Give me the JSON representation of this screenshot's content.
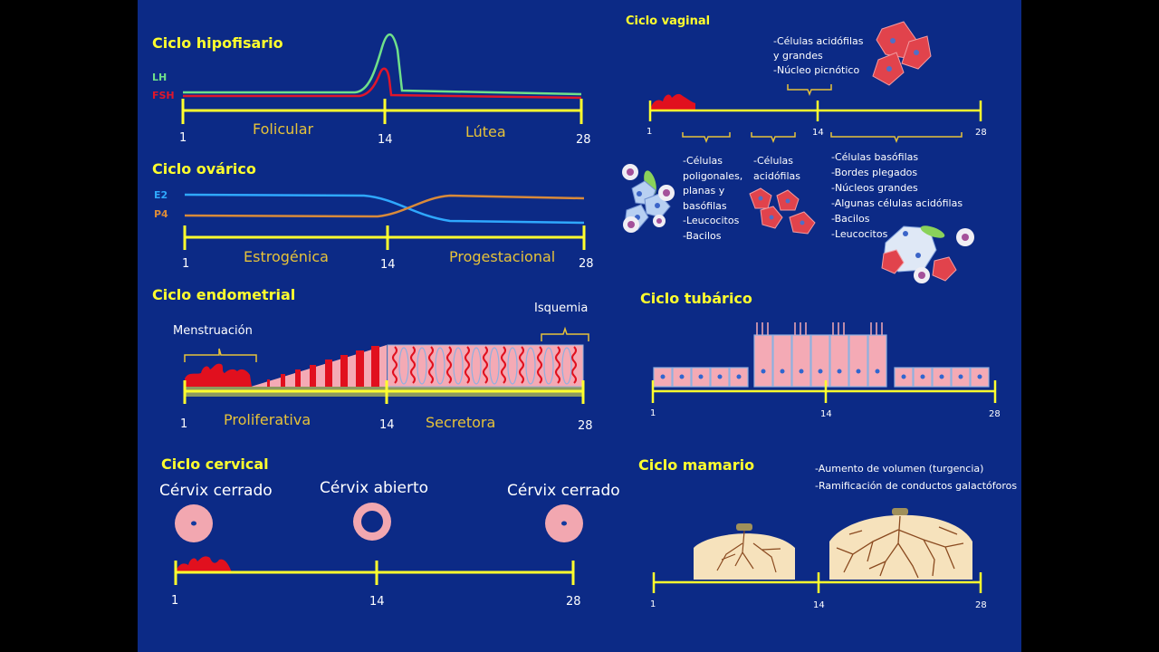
{
  "colors": {
    "background": "#0c2a86",
    "title": "#ffff2e",
    "axis": "#ffff2e",
    "phase": "#e6c23a",
    "lh": "#6fe08a",
    "fsh": "#e0162b",
    "e2": "#2fa8ff",
    "p4": "#d98a3a",
    "menstruation": "#e1101e",
    "cell": "#e1434c",
    "endometrium": "#f4aab5",
    "gland": "#e1101e"
  },
  "hipofisario": {
    "title": "Ciclo hipofisario",
    "lh": "LH",
    "fsh": "FSH",
    "phases": [
      "Folicular",
      "Lútea"
    ],
    "ticks": [
      "1",
      "14",
      "28"
    ]
  },
  "ovarico": {
    "title": "Ciclo ovárico",
    "e2": "E2",
    "p4": "P4",
    "phases": [
      "Estrogénica",
      "Progestacional"
    ],
    "ticks": [
      "1",
      "14",
      "28"
    ]
  },
  "endometrial": {
    "title": "Ciclo endometrial",
    "menstruacion": "Menstruación",
    "isquemia": "Isquemia",
    "phases": [
      "Proliferativa",
      "Secretora"
    ],
    "ticks": [
      "1",
      "14",
      "28"
    ]
  },
  "cervical": {
    "title": "Ciclo cervical",
    "states": [
      "Cérvix cerrado",
      "Cérvix abierto",
      "Cérvix cerrado"
    ],
    "ticks": [
      "1",
      "14",
      "28"
    ]
  },
  "vaginal": {
    "title": "Ciclo vaginal",
    "top_label": "-Células acidófilas\ny grandes\n-Núcleo picnótico",
    "early_label": "-Células\npoligonales,\nplanas y\nbasófilas\n-Leucocitos\n-Bacilos",
    "mid_label": "-Células\nacidófilas",
    "late_label": "-Células basófilas\n-Bordes plegados\n-Núcleos grandes\n-Algunas células acidófilas\n-Bacilos\n-Leucocitos",
    "ticks": [
      "1",
      "14",
      "28"
    ]
  },
  "tubarico": {
    "title": "Ciclo tubárico",
    "ticks": [
      "1",
      "14",
      "28"
    ]
  },
  "mamario": {
    "title": "Ciclo mamario",
    "label": "-Aumento de volumen (turgencia)\n-Ramificación de conductos galactóforos",
    "ticks": [
      "1",
      "14",
      "28"
    ]
  }
}
